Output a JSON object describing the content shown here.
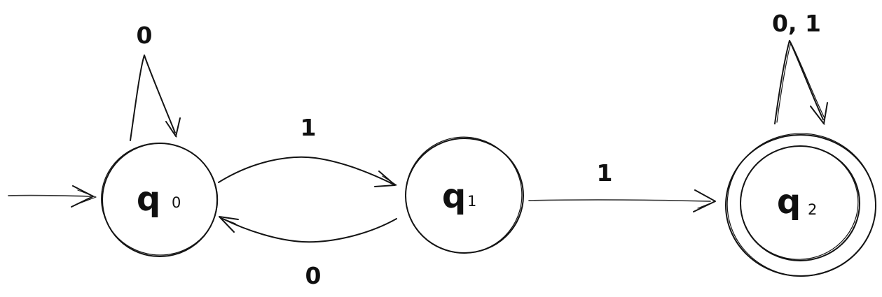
{
  "diagram": {
    "kind": "finite-state-automaton",
    "states": [
      {
        "name": "q0",
        "label": "q",
        "subscript": "0",
        "is_start": true,
        "is_accepting": false
      },
      {
        "name": "q1",
        "label": "q",
        "subscript": "1",
        "is_start": false,
        "is_accepting": false
      },
      {
        "name": "q2",
        "label": "q",
        "subscript": "2",
        "is_start": false,
        "is_accepting": true
      }
    ],
    "transitions": [
      {
        "from": "q0",
        "to": "q0",
        "label": "0"
      },
      {
        "from": "q0",
        "to": "q1",
        "label": "1"
      },
      {
        "from": "q1",
        "to": "q0",
        "label": "0"
      },
      {
        "from": "q1",
        "to": "q2",
        "label": "1"
      },
      {
        "from": "q2",
        "to": "q2",
        "label": "0, 1"
      }
    ],
    "colors": {
      "ink": "#141414",
      "background": "#ffffff"
    }
  }
}
